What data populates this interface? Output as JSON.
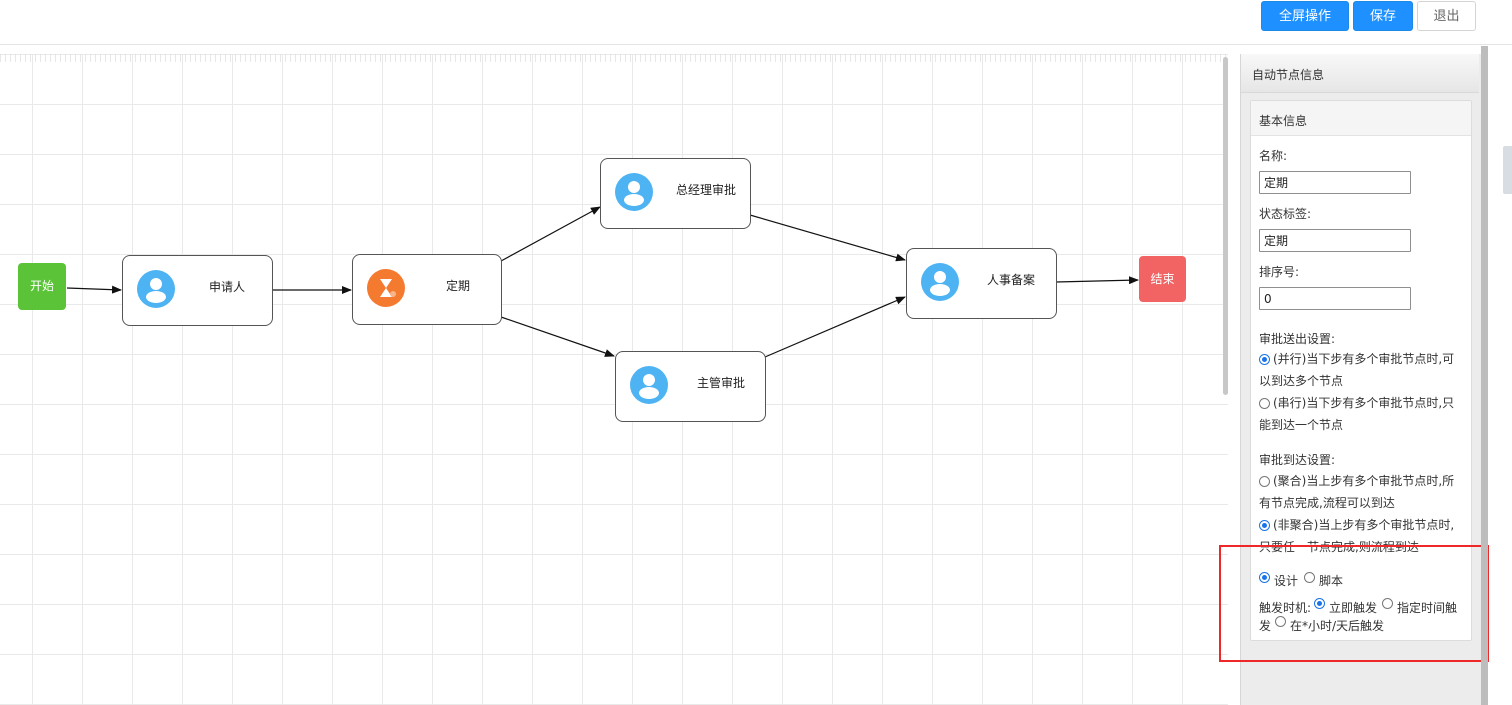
{
  "toolbar": {
    "fullscreen_label": "全屏操作",
    "save_label": "保存",
    "exit_label": "退出"
  },
  "nodes": {
    "start": "开始",
    "applicant": "申请人",
    "timer": "定期",
    "gm": "总经理审批",
    "manager": "主管审批",
    "hr": "人事备案",
    "end": "结束"
  },
  "panel": {
    "title": "自动节点信息",
    "section_title": "基本信息",
    "name_label": "名称:",
    "name_value": "定期",
    "status_label": "状态标签:",
    "status_value": "定期",
    "order_label": "排序号:",
    "order_value": "0",
    "send_title": "审批送出设置:",
    "send_parallel": "(并行)当下步有多个审批节点时,可以到达多个节点",
    "send_serial": "(串行)当下步有多个审批节点时,只能到达一个节点",
    "arrive_title": "审批到达设置:",
    "arrive_join": "(聚合)当上步有多个审批节点时,所有节点完成,流程可以到达",
    "arrive_nojoin": "(非聚合)当上步有多个审批节点时,只要任一节点完成,则流程到达",
    "mode_design": "设计",
    "mode_script": "脚本",
    "trigger_label": "触发时机:",
    "trigger_now": "立即触发",
    "trigger_time_a": "指定时间触",
    "trigger_time_b": "发",
    "trigger_after": "在*小时/天后触发"
  },
  "colors": {
    "primary": "#1e90ff",
    "start": "#5ac337",
    "end": "#f26464",
    "user_icon": "#4eb3f2",
    "timer_icon": "#f47a30",
    "highlight": "#ee2828"
  }
}
